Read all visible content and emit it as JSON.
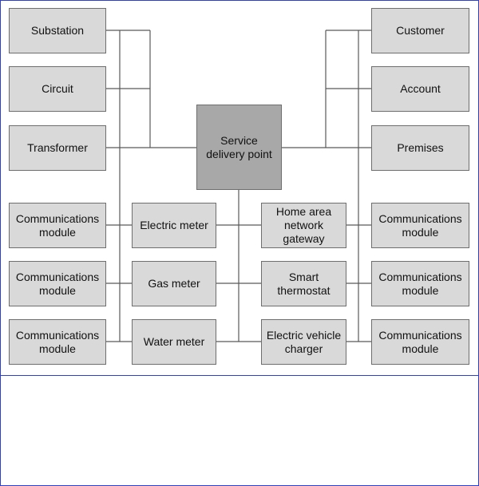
{
  "colors": {
    "box": "#d9d9d9",
    "center_box": "#a8a8a8",
    "border": "#6e6e6e",
    "line": "#595959",
    "frame": "#2b3fd6"
  },
  "diagram": {
    "center": "Service\ndelivery point",
    "left_top": [
      "Substation",
      "Circuit",
      "Transformer"
    ],
    "right_top": [
      "Customer",
      "Account",
      "Premises"
    ],
    "left_modules": [
      "Communications\nmodule",
      "Communications\nmodule",
      "Communications\nmodule"
    ],
    "meters": [
      "Electric meter",
      "Gas meter",
      "Water meter"
    ],
    "devices": [
      "Home area\nnetwork\ngateway",
      "Smart\nthermostat",
      "Electric vehicle\ncharger"
    ],
    "right_modules": [
      "Communications\nmodule",
      "Communications\nmodule",
      "Communications\nmodule"
    ]
  }
}
